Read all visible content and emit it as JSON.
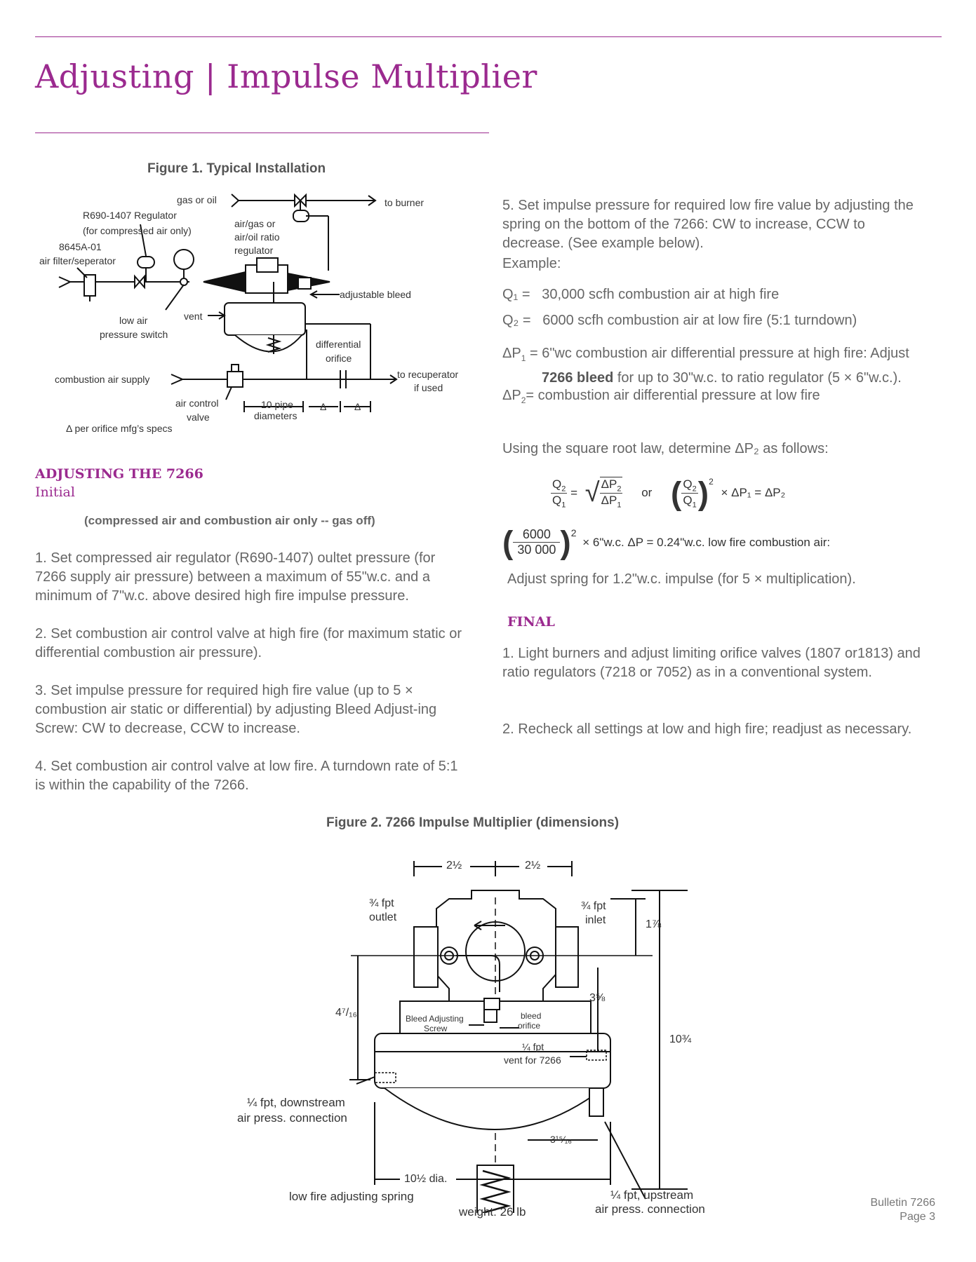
{
  "page": {
    "title": "Adjusting | Impulse Multiplier",
    "accent_color": "#9b2a8f"
  },
  "fig1": {
    "caption": "Figure 1. Typical Installation",
    "labels": {
      "gas_or_oil": "gas or oil",
      "to_burner": "to burner",
      "regulator_1": "R690-1407 Regulator",
      "regulator_2": "(for compressed air only)",
      "filter_1": "8645A-01",
      "filter_2": "air filter/seperator",
      "ratio_1": "air/gas or",
      "ratio_2": "air/oil ratio",
      "ratio_3": "regulator",
      "adjustable_bleed": "adjustable bleed",
      "low_air_1": "low air",
      "low_air_2": "pressure switch",
      "vent": "vent",
      "diff_1": "differential",
      "diff_2": "orifice",
      "combustion_supply": "combustion air supply",
      "recup_1": "to recuperator",
      "recup_2": "if used",
      "acv_1": "air control",
      "acv_2": "valve",
      "pipe_1": "10 pipe",
      "pipe_2": "diameters",
      "delta": "Δ",
      "delta_note": "Δ per orifice mfg’s specs"
    }
  },
  "left": {
    "heading": "ADJUSTING THE 7266",
    "subheading": "Initial",
    "note": "(compressed air and combustion air only -- gas off)",
    "steps": [
      {
        "num": "1.",
        "text": "Set compressed air regulator (R690-1407) oultet pressure (for 7266 supply air pressure) between a maximum of 55\"w.c. and a minimum of 7\"w.c. above desired high fire impulse pressure."
      },
      {
        "num": "2.",
        "text": "Set combustion air control valve at high fire (for maximum static or differential combustion air pressure)."
      },
      {
        "num": "3.",
        "text": "Set impulse pressure for required high fire value (up to 5 × combustion air static or differential) by adjusting Bleed Adjust-ing Screw: CW to decrease, CCW to increase."
      },
      {
        "num": "4.",
        "text": "Set combustion air control valve at low fire. A turndown rate of 5:1 is within the capability of the 7266."
      }
    ]
  },
  "right": {
    "step5_num": "5.",
    "step5_text": "Set impulse pressure for required low fire value by adjusting the spring on the bottom of the 7266: CW to increase, CCW to decrease. (See example below).",
    "example": "Example:",
    "q1_label": "Q₁ =",
    "q1_text": "30,000 scfh combustion air at high fire",
    "q2_label": "Q₂ =",
    "q2_text": "6000 scfh combustion air at low fire (5:1 turndown)",
    "dp1_label": "ΔP",
    "dp1_sub": "1",
    "dp1_text_a": "= 6\"wc combustion air differential pressure at high fire: Adjust",
    "dp1_bold": "7266 bleed",
    "dp1_text_b": "for up to 30\"w.c. to ratio regulator (5 × 6\"w.c.).",
    "dp2_label": "ΔP",
    "dp2_sub": "2",
    "dp2_text": "= combustion air differential pressure at low fire",
    "sqrt_law": "Using the square root law, determine ΔP₂ as follows:",
    "f1_q2": "Q",
    "f1_q1": "Q",
    "f1_dp2": "ΔP",
    "f1_dp1": "ΔP",
    "f1_or": "or",
    "f1_rhs": "× ΔP₁ = ΔP₂",
    "f1_eq": "=",
    "f2_num": "6000",
    "f2_den": "30 000",
    "f2_rhs": "× 6\"w.c.  ΔP = 0.24\"w.c. low fire combustion air:",
    "f2_exp": "2",
    "adjust_spring": "Adjust spring for 1.2\"w.c. impulse (for 5 × multiplication).",
    "final_heading": "FINAL",
    "final_steps": [
      {
        "num": "1.",
        "text": "Light burners and adjust limiting orifice valves (1807 or1813) and ratio regulators (7218 or 7052) as in a conventional system."
      },
      {
        "num": "2.",
        "text": "Recheck all settings at low and high fire; readjust as necessary."
      }
    ]
  },
  "fig2": {
    "caption": "Figure 2.  7266 Impulse Multiplier (dimensions)",
    "labels": {
      "dim_half_left": "2½",
      "dim_half_right": "2½",
      "outlet_1": "¾ fpt",
      "outlet_2": "outlet",
      "inlet_1": "¾ fpt",
      "inlet_2": "inlet",
      "dim_178": "1⅞",
      "dim_358": "3⅝",
      "dim_4716": "4⁷/₁₆",
      "bleed_screw_1": "Bleed Adjusting",
      "bleed_screw_2": "Screw",
      "bleed_orifice_1": "bleed",
      "bleed_orifice_2": "orifice",
      "vent_1": "¼ fpt",
      "vent_2": "vent for 7266",
      "dim_1034": "10¾",
      "down_1": "¼ fpt, downstream",
      "down_2": "air press. connection",
      "dim_31516": "3¹⁵⁄₁₆",
      "dia": "10½  dia.",
      "spring": "low fire adjusting spring",
      "weight": "weight:  26 lb",
      "up_1": "¼ fpt, upstream",
      "up_2": "air press. connection"
    }
  },
  "footer": {
    "bulletin": "Bulletin 7266",
    "page": "Page 3"
  }
}
